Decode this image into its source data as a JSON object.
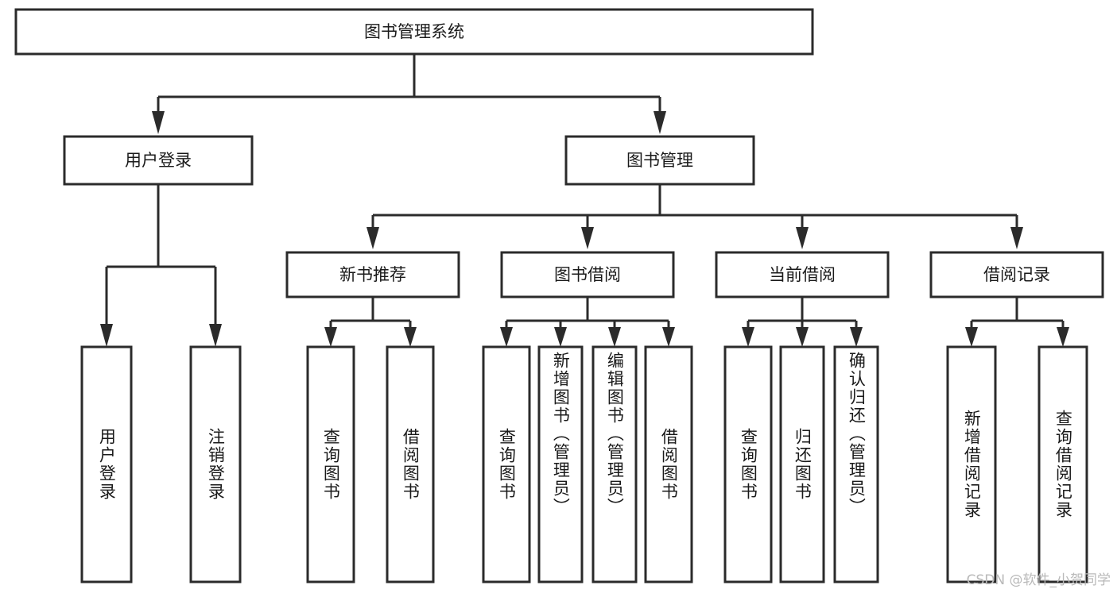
{
  "diagram": {
    "title": "图书管理系统",
    "type": "hierarchy-tree",
    "watermark": "CSDN @软件_小贺同学",
    "colors": {
      "background": "#ffffff",
      "box_fill": "#ffffff",
      "box_stroke": "#2b2b2b",
      "text": "#1a1a1a",
      "watermark": "#b9b9b9"
    },
    "root": {
      "label": "图书管理系统"
    },
    "level2": [
      {
        "label": "用户登录"
      },
      {
        "label": "图书管理"
      }
    ],
    "level3": [
      {
        "label": "新书推荐"
      },
      {
        "label": "图书借阅"
      },
      {
        "label": "当前借阅"
      },
      {
        "label": "借阅记录"
      }
    ],
    "leaves": {
      "user_login": [
        {
          "label": "用户登录"
        },
        {
          "label": "注销登录"
        }
      ],
      "new_book": [
        {
          "label": "查询图书"
        },
        {
          "label": "借阅图书"
        }
      ],
      "borrow": [
        {
          "label": "查询图书"
        },
        {
          "label": "新增图书（管理员）"
        },
        {
          "label": "编辑图书（管理员）"
        },
        {
          "label": "借阅图书"
        }
      ],
      "current": [
        {
          "label": "查询图书"
        },
        {
          "label": "归还图书"
        },
        {
          "label": "确认归还（管理员）"
        }
      ],
      "records": [
        {
          "label": "新增借阅记录"
        },
        {
          "label": "查询借阅记录"
        }
      ]
    }
  }
}
